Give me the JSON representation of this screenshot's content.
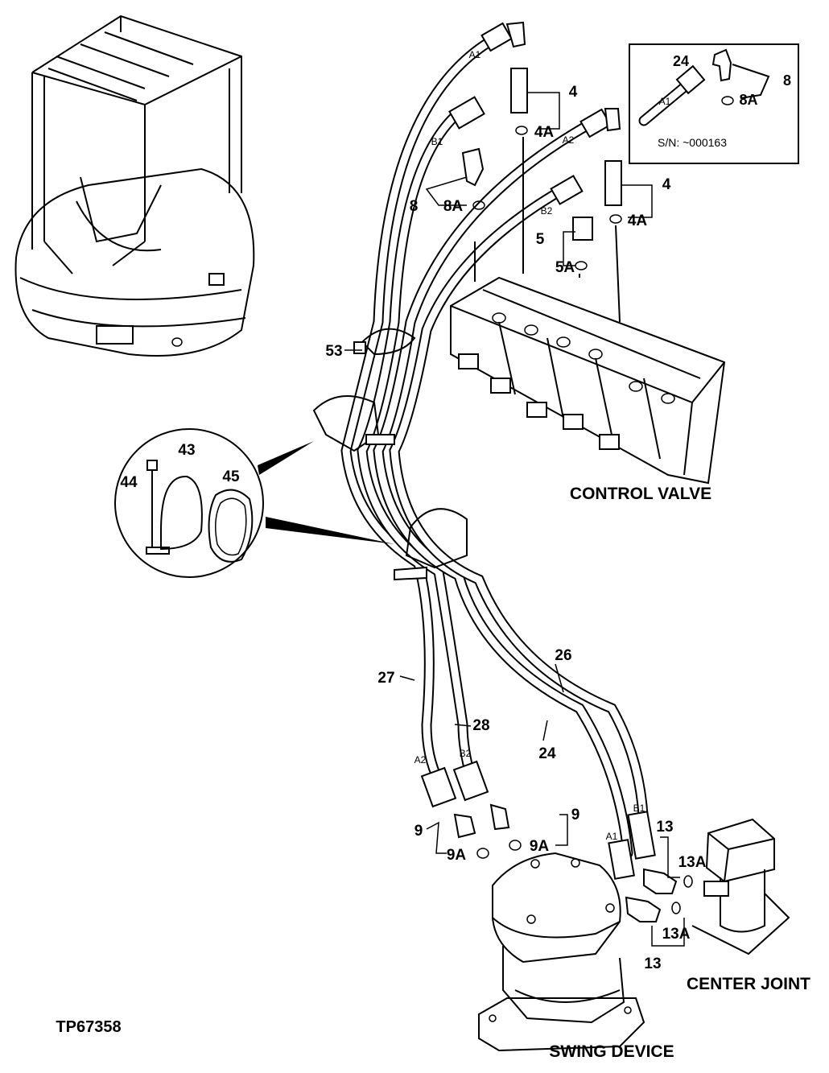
{
  "figure_id": "TP67358",
  "assemblies": {
    "control_valve": "CONTROL VALVE",
    "center_joint": "CENTER JOINT",
    "swing_device": "SWING DEVICE"
  },
  "inset": {
    "part": "24",
    "port": "A1",
    "fitting": "8",
    "oring": "8A",
    "serial": "S/N: ~000163"
  },
  "clamp_detail": {
    "bolt": "44",
    "clamp": "43",
    "sleeve": "45"
  },
  "callouts": {
    "p4_upper": "4",
    "p4a_upper": "4A",
    "p4_right": "4",
    "p4a_right": "4A",
    "p8": "8",
    "p8a": "8A",
    "p5": "5",
    "p5a": "5A",
    "p53": "53",
    "p27": "27",
    "p26": "26",
    "p28": "28",
    "p24": "24",
    "p9_left": "9",
    "p9a_left": "9A",
    "p9_right": "9",
    "p9a_right": "9A",
    "p13_top": "13",
    "p13a_top": "13A",
    "p13a_bottom": "13A",
    "p13_bottom": "13"
  },
  "ports": {
    "a1_top": "A1",
    "b1_top": "B1",
    "a2_top": "A2",
    "b2_top": "B2",
    "a2_bottom": "A2",
    "b2_bottom": "B2",
    "a1_bottom": "A1",
    "b1_bottom": "B1"
  }
}
